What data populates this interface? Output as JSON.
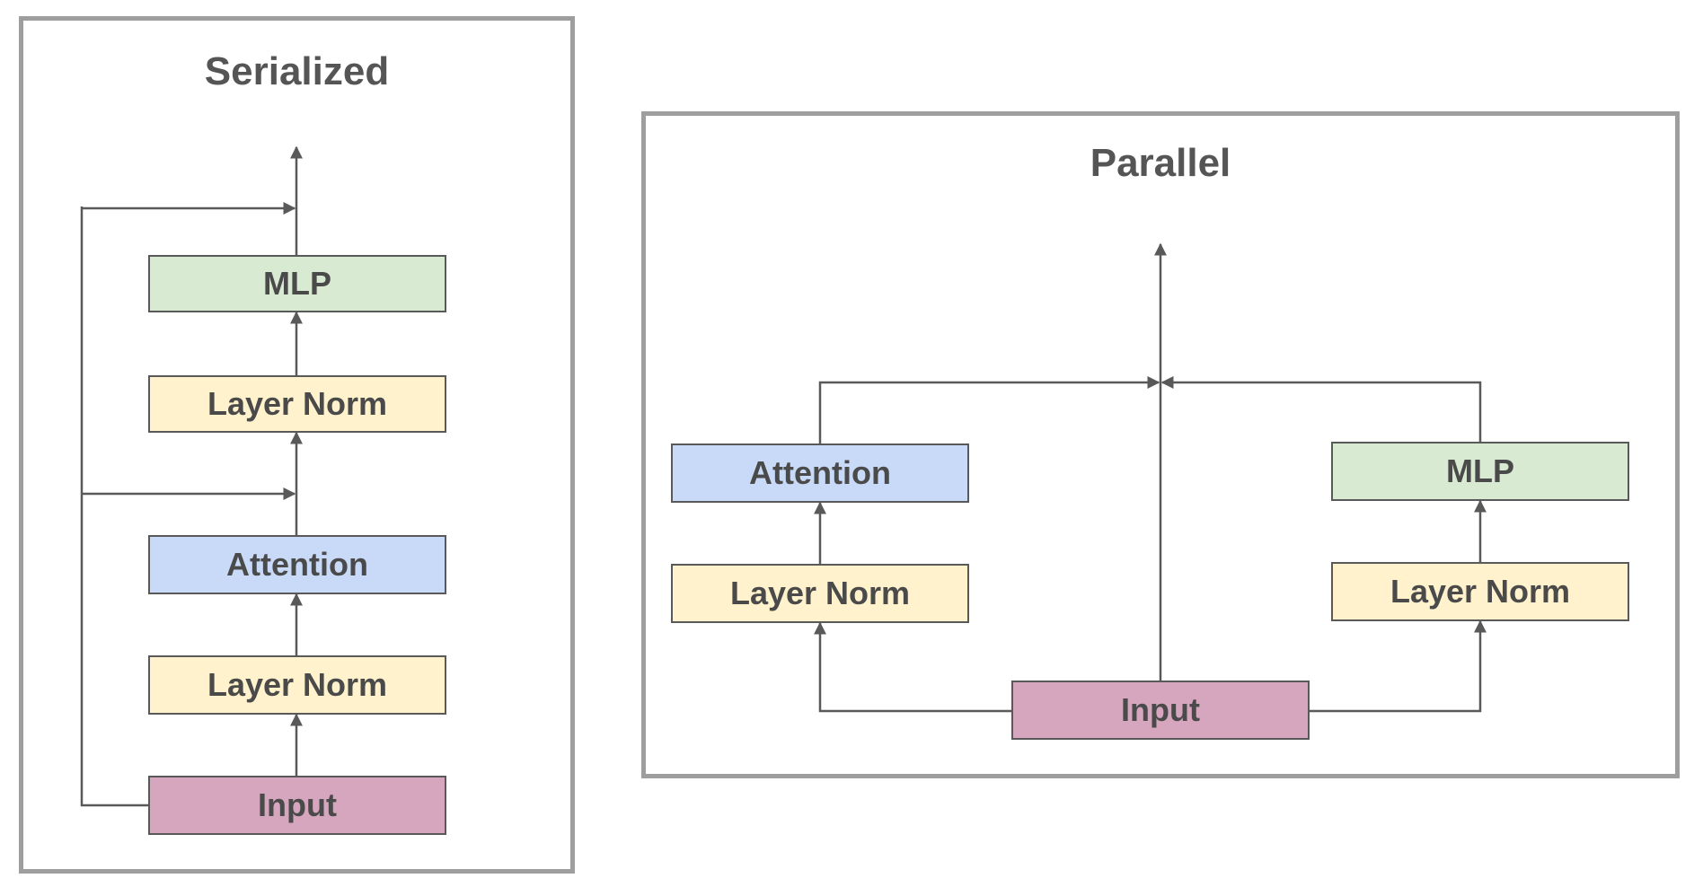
{
  "serialized": {
    "title": "Serialized",
    "blocks": {
      "mlp": "MLP",
      "layer_norm_top": "Layer Norm",
      "attention": "Attention",
      "layer_norm_bottom": "Layer Norm",
      "input": "Input"
    }
  },
  "parallel": {
    "title": "Parallel",
    "blocks": {
      "attention": "Attention",
      "layer_norm_left": "Layer Norm",
      "mlp": "MLP",
      "layer_norm_right": "Layer Norm",
      "input": "Input"
    }
  },
  "colors": {
    "mlp": "#d9ead3",
    "layer_norm": "#fff2cc",
    "attention": "#c9daf8",
    "input": "#d5a6bd",
    "line": "#595959",
    "frame": "#9e9e9e"
  }
}
